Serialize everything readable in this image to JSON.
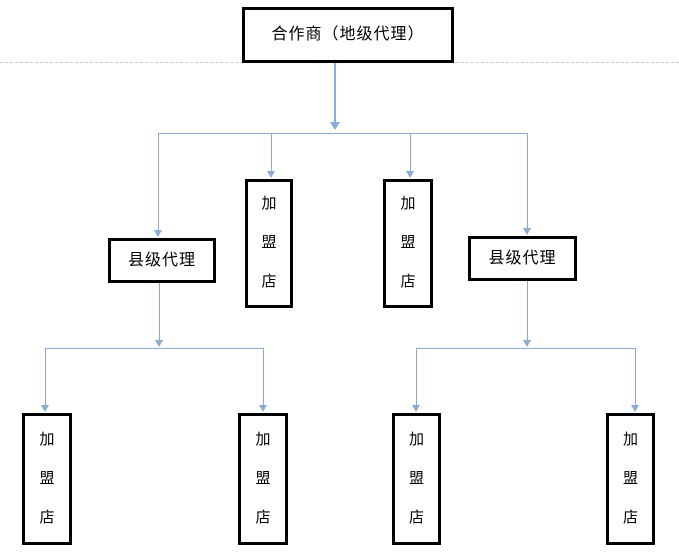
{
  "colors": {
    "connector_blue": "#8aabd6",
    "box_border": "#000000",
    "dashed_boundary": "#c9c9c9",
    "background": "#ffffff"
  },
  "diagram": {
    "type": "org-flowchart",
    "nodes": [
      {
        "id": "root",
        "label": "合作商（地级代理）",
        "level": 1,
        "text_orientation": "horizontal"
      },
      {
        "id": "county-agent-left",
        "label": "县级代理",
        "level": 2,
        "text_orientation": "horizontal"
      },
      {
        "id": "franchise-mid-1",
        "label": "加盟店",
        "level": 2,
        "text_orientation": "vertical"
      },
      {
        "id": "franchise-mid-2",
        "label": "加盟店",
        "level": 2,
        "text_orientation": "vertical"
      },
      {
        "id": "county-agent-right",
        "label": "县级代理",
        "level": 2,
        "text_orientation": "horizontal"
      },
      {
        "id": "franchise-bottom-1",
        "label": "加盟店",
        "level": 3,
        "text_orientation": "vertical"
      },
      {
        "id": "franchise-bottom-2",
        "label": "加盟店",
        "level": 3,
        "text_orientation": "vertical"
      },
      {
        "id": "franchise-bottom-3",
        "label": "加盟店",
        "level": 3,
        "text_orientation": "vertical"
      },
      {
        "id": "franchise-bottom-4",
        "label": "加盟店",
        "level": 3,
        "text_orientation": "vertical"
      }
    ],
    "edges": [
      [
        "root",
        "county-agent-left"
      ],
      [
        "root",
        "franchise-mid-1"
      ],
      [
        "root",
        "franchise-mid-2"
      ],
      [
        "root",
        "county-agent-right"
      ],
      [
        "county-agent-left",
        "franchise-bottom-1"
      ],
      [
        "county-agent-left",
        "franchise-bottom-2"
      ],
      [
        "county-agent-right",
        "franchise-bottom-3"
      ],
      [
        "county-agent-right",
        "franchise-bottom-4"
      ]
    ]
  }
}
